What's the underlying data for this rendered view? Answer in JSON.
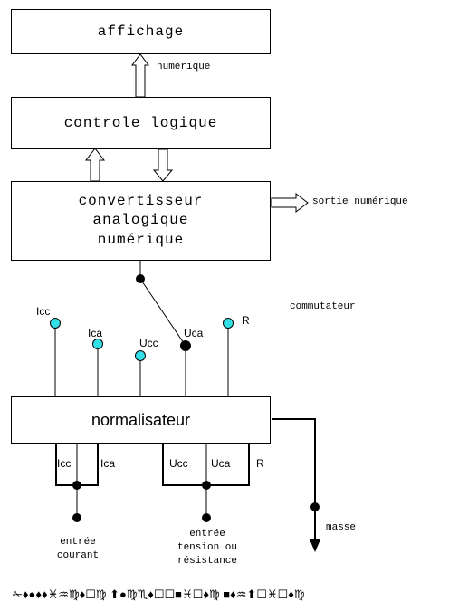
{
  "blocks": {
    "affichage": "affichage",
    "controle": "controle logique",
    "convertisseur": [
      "convertisseur",
      "analogique",
      "numérique"
    ],
    "normalisateur": "normalisateur"
  },
  "labels": {
    "numerique": "numérique",
    "sortie": "sortie numérique",
    "commutateur": "commutateur",
    "masse": "masse"
  },
  "switch_contacts": {
    "icc": "Icc",
    "ica": "Ica",
    "ucc": "Ucc",
    "uca": "Uca",
    "r": "R"
  },
  "terminals": {
    "icc": "Icc",
    "ica": "Ica",
    "ucc": "Ucc",
    "uca": "Uca",
    "r": "R"
  },
  "inputs": {
    "courant": [
      "entrée",
      "courant"
    ],
    "tension": [
      "entrée",
      "tension ou",
      "résistance"
    ]
  },
  "caption": "✁♦●♦♦♓♒♍♦☐♍ ⬆●♍♏♦☐☐■♓☐♦♍ ■♦♒⬆☐♓☐♦♍",
  "colors": {
    "contact_open": "#33e0e8",
    "contact_closed": "#000000",
    "line": "#000000"
  }
}
